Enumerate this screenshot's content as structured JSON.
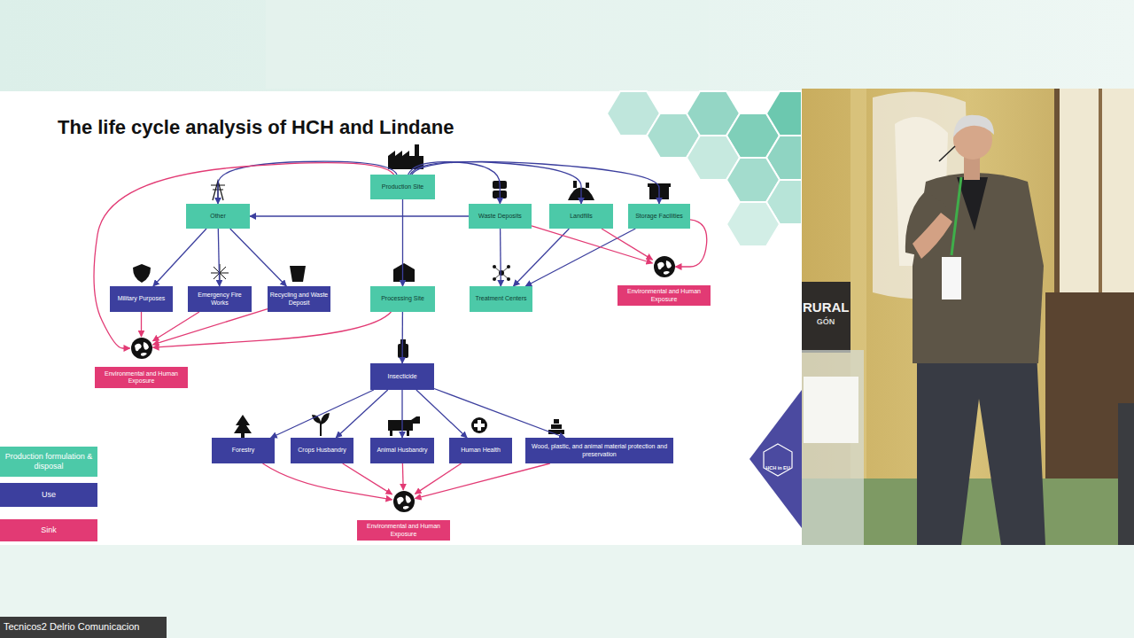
{
  "diagram": {
    "title": "The life cycle analysis of HCH and Lindane",
    "nodes": [
      {
        "text": [
          "Production Site"
        ]
      },
      {
        "text": [
          "Other"
        ]
      },
      {
        "text": [
          "Waste Deposits"
        ]
      },
      {
        "text": [
          "Landfills"
        ]
      },
      {
        "text": [
          "Storage Facilities"
        ]
      },
      {
        "text": [
          "Military Purposes"
        ]
      },
      {
        "text": [
          "Emergency Fire Works"
        ]
      },
      {
        "text": [
          "Recycling and Waste Deposit"
        ]
      },
      {
        "text": [
          "Processing Site"
        ]
      },
      {
        "text": [
          "Treatment Centers"
        ]
      },
      {
        "text": [
          "Environmental and Human Exposure"
        ]
      },
      {
        "text": [
          "Environmental and Human Exposure"
        ]
      },
      {
        "text": [
          "Insecticide"
        ]
      },
      {
        "text": [
          "Forestry"
        ]
      },
      {
        "text": [
          "Crops Husbandry"
        ]
      },
      {
        "text": [
          "Animal Husbandry"
        ]
      },
      {
        "text": [
          "Human Health"
        ]
      },
      {
        "text": [
          "Wood, plastic, and animal material protection and preservation"
        ]
      },
      {
        "text": [
          "Environmental and Human Exposure"
        ]
      }
    ],
    "edges": [
      {
        "from": 0,
        "to": 1,
        "arrow": "to"
      },
      {
        "from": 0,
        "to": 2,
        "arrow": "to"
      },
      {
        "from": 0,
        "to": 3,
        "arrow": "to"
      },
      {
        "from": 0,
        "to": 4,
        "arrow": "to"
      },
      {
        "from": 0,
        "to": 11,
        "arrow": "to"
      },
      {
        "from": 0,
        "to": 8,
        "arrow": "to"
      },
      {
        "from": 2,
        "to": 1,
        "arrow": "to"
      },
      {
        "from": 2,
        "to": 9,
        "arrow": "to"
      },
      {
        "from": 3,
        "to": 9,
        "arrow": "to"
      },
      {
        "from": 4,
        "to": 9,
        "arrow": "to"
      },
      {
        "from": 2,
        "to": 10,
        "arrow": "to"
      },
      {
        "from": 3,
        "to": 10,
        "arrow": "to"
      },
      {
        "from": 4,
        "to": 10,
        "arrow": "to"
      },
      {
        "from": 1,
        "to": 5,
        "arrow": "to"
      },
      {
        "from": 1,
        "to": 6,
        "arrow": "to"
      },
      {
        "from": 1,
        "to": 7,
        "arrow": "to"
      },
      {
        "from": 5,
        "to": 11,
        "arrow": "to"
      },
      {
        "from": 6,
        "to": 11,
        "arrow": "to"
      },
      {
        "from": 7,
        "to": 11,
        "arrow": "to"
      },
      {
        "from": 8,
        "to": 11,
        "arrow": "to"
      },
      {
        "from": 8,
        "to": 12,
        "arrow": "to"
      },
      {
        "from": 12,
        "to": 13,
        "arrow": "to"
      },
      {
        "from": 12,
        "to": 14,
        "arrow": "to"
      },
      {
        "from": 12,
        "to": 15,
        "arrow": "to"
      },
      {
        "from": 12,
        "to": 16,
        "arrow": "to"
      },
      {
        "from": 12,
        "to": 17,
        "arrow": "to"
      },
      {
        "from": 13,
        "to": 18,
        "arrow": "to"
      },
      {
        "from": 14,
        "to": 18,
        "arrow": "to"
      },
      {
        "from": 15,
        "to": 18,
        "arrow": "to"
      },
      {
        "from": 16,
        "to": 18,
        "arrow": "to"
      },
      {
        "from": 17,
        "to": 18,
        "arrow": "to"
      }
    ],
    "labels": [
      "RURAL",
      "GÓN",
      "HCH in EU",
      "Tecnicos2 Delrio Comunicacion"
    ],
    "legend": [
      {
        "text": "Production formulation & disposal",
        "color": "#4cc9a8"
      },
      {
        "text": "Use",
        "color": "#3c3f9e"
      },
      {
        "text": "Sink",
        "color": "#e23a74"
      }
    ]
  }
}
